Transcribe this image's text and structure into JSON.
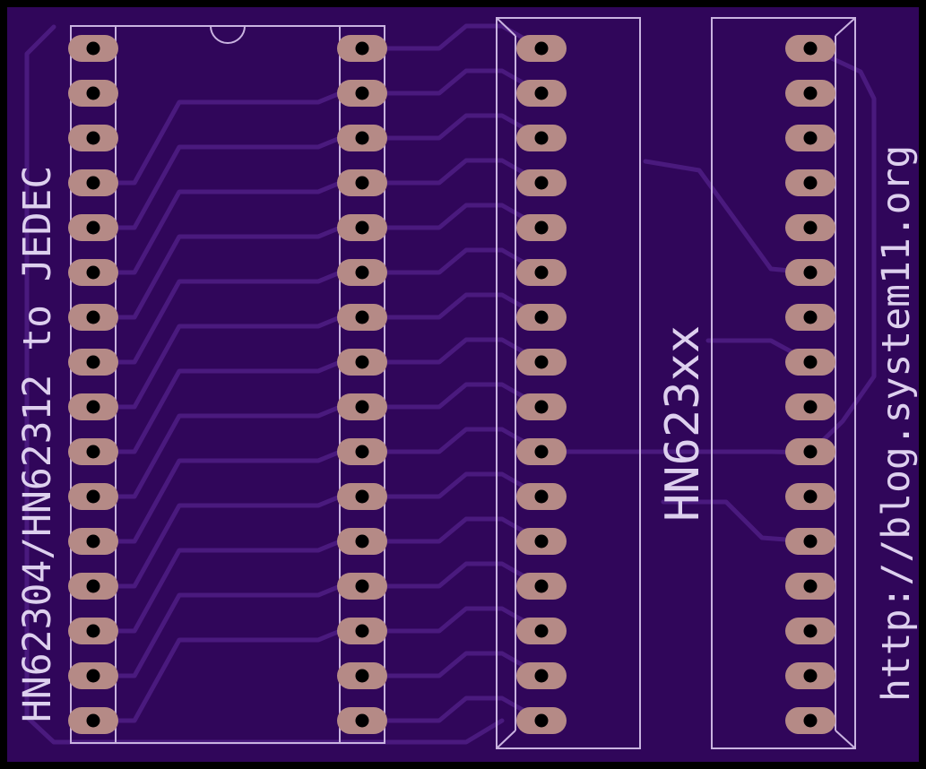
{
  "board": {
    "title": "HN62304/HN62312 to JEDEC",
    "chip_label": "HN623xx",
    "url": "http://blog.system11.org"
  },
  "colors": {
    "background": "#000000",
    "board": "#30065a",
    "trace": "#4a1a7e",
    "silkscreen": "#c9b3e0",
    "pad": "#b58a86",
    "drill": "#000000"
  },
  "footprints": [
    {
      "name": "dip-socket-28",
      "pins_per_side": 16
    },
    {
      "name": "adapter-header-left",
      "pins": 16
    },
    {
      "name": "adapter-header-right",
      "pins": 16
    }
  ]
}
